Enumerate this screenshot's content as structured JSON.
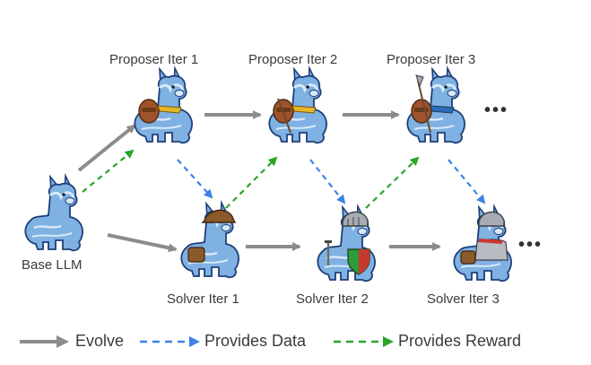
{
  "nodes": {
    "base": {
      "label": "Base LLM"
    },
    "proposers": [
      {
        "label": "Proposer Iter 1"
      },
      {
        "label": "Proposer Iter 2"
      },
      {
        "label": "Proposer Iter 3"
      }
    ],
    "solvers": [
      {
        "label": "Solver Iter 1"
      },
      {
        "label": "Solver Iter 2"
      },
      {
        "label": "Solver Iter 3"
      }
    ],
    "continuation": "•••"
  },
  "legend": {
    "evolve": "Evolve",
    "provides_data": "Provides Data",
    "provides_reward": "Provides Reward"
  },
  "colors": {
    "evolve": "#8c8c8c",
    "provides_data": "#3c82e6",
    "provides_reward": "#2aa52a",
    "llama_body": "#7fb1e3",
    "llama_outline": "#1f3f78",
    "llama_light": "#d8e9f8",
    "pack": "#8a5a2b",
    "scarf_yellow": "#e4b82a",
    "scarf_blue": "#2a6fb5",
    "helmet": "#a7acb3",
    "shield_green": "#2e9c3a",
    "shield_red": "#c8372d"
  },
  "icons": {
    "base": "llama-icon",
    "proposer": "llama-explorer-icon",
    "solver": "llama-warrior-icon"
  }
}
